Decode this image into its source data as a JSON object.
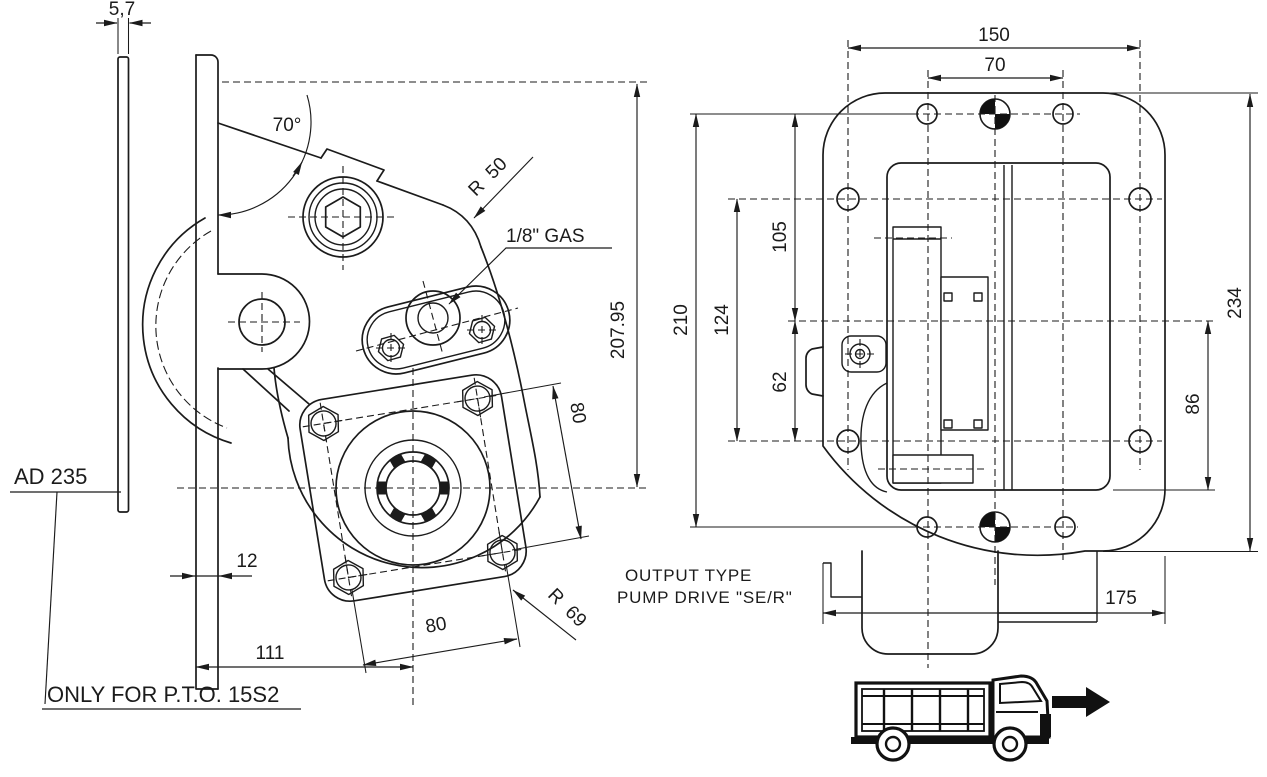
{
  "drawing": {
    "title": "PTO technical drawing",
    "colors": {
      "line": "#1b1b1b",
      "background": "#ffffff",
      "accent_black": "#111111"
    }
  },
  "left_view": {
    "dimensions": {
      "flange_thickness": "5,7",
      "mount_angle": "70°",
      "top_radius": "R  50",
      "port_thread": "1/8\" GAS",
      "overall_height": "207.95",
      "bolt_spacing_right": "80",
      "bolt_spacing_bottom": "80",
      "plate_thickness": "12",
      "center_distance": "111",
      "bottom_radius": "R  69"
    },
    "notes": {
      "adapter_plate": "AD 235",
      "application": "ONLY FOR P.T.O. 15S2"
    }
  },
  "right_view": {
    "dimensions": {
      "stud_span": "150",
      "stud_span_top": "70",
      "holes_height_total": "210",
      "holes_height_outer": "124",
      "holes_height_upper": "105",
      "holes_height_lower": "62",
      "overall_height": "234",
      "cover_height": "86",
      "overall_width": "175"
    },
    "labels": {
      "output_line1": "OUTPUT TYPE",
      "output_line2": "PUMP DRIVE \"SE/R\""
    }
  }
}
